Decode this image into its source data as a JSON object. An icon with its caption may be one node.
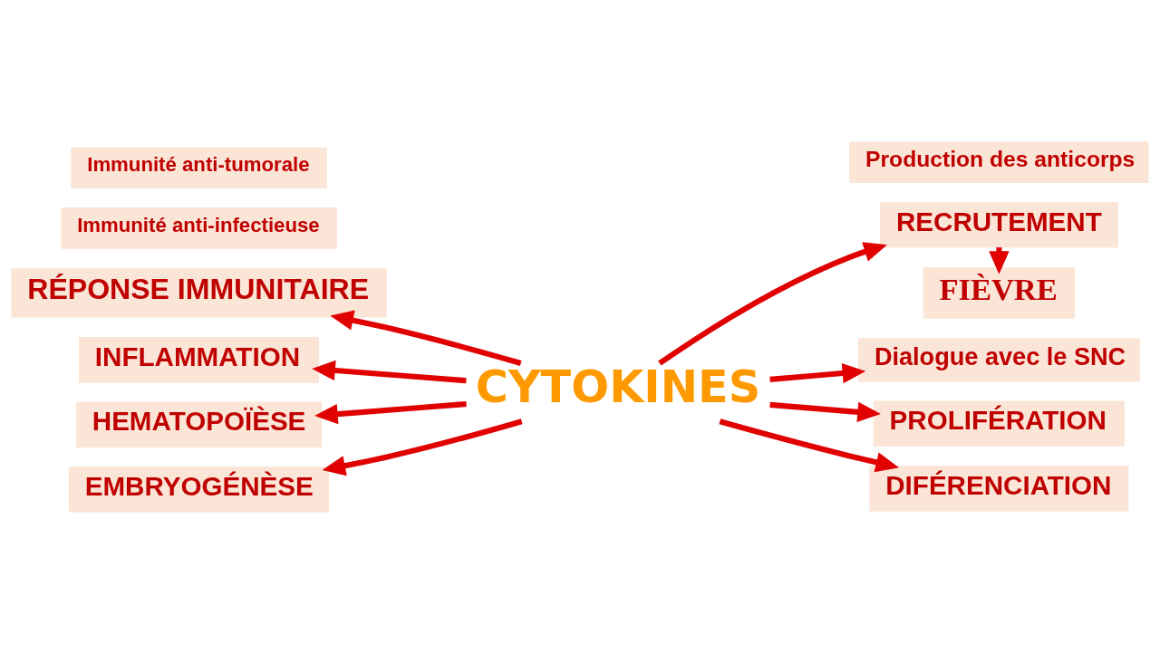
{
  "diagram": {
    "nodes": [
      {
        "text": [
          "CYTOKINES"
        ]
      },
      {
        "text": [
          "RÉPONSE IMMUNITAIRE"
        ]
      },
      {
        "text": [
          "Immunité anti-infectieuse"
        ]
      },
      {
        "text": [
          "Immunité anti-tumorale"
        ]
      },
      {
        "text": [
          "INFLAMMATION"
        ]
      },
      {
        "text": [
          "HEMATOPOÏÈSE"
        ]
      },
      {
        "text": [
          "EMBRYOGÉNÈSE"
        ]
      },
      {
        "text": [
          "RECRUTEMENT"
        ]
      },
      {
        "text": [
          "FIÈVRE"
        ]
      },
      {
        "text": [
          "Dialogue avec le SNC"
        ]
      },
      {
        "text": [
          "PROLIFÉRATION"
        ]
      },
      {
        "text": [
          "DIFÉRENCIATION"
        ]
      },
      {
        "text": [
          "Production des anticorps"
        ]
      }
    ],
    "edges": [
      {
        "from": 0,
        "to": 1,
        "arrow": "to"
      },
      {
        "from": 0,
        "to": 4,
        "arrow": "to"
      },
      {
        "from": 0,
        "to": 5,
        "arrow": "to"
      },
      {
        "from": 0,
        "to": 6,
        "arrow": "to"
      },
      {
        "from": 0,
        "to": 7,
        "arrow": "to"
      },
      {
        "from": 7,
        "to": 8,
        "arrow": "to"
      },
      {
        "from": 0,
        "to": 9,
        "arrow": "to"
      },
      {
        "from": 0,
        "to": 10,
        "arrow": "to"
      },
      {
        "from": 0,
        "to": 11,
        "arrow": "to"
      }
    ]
  }
}
